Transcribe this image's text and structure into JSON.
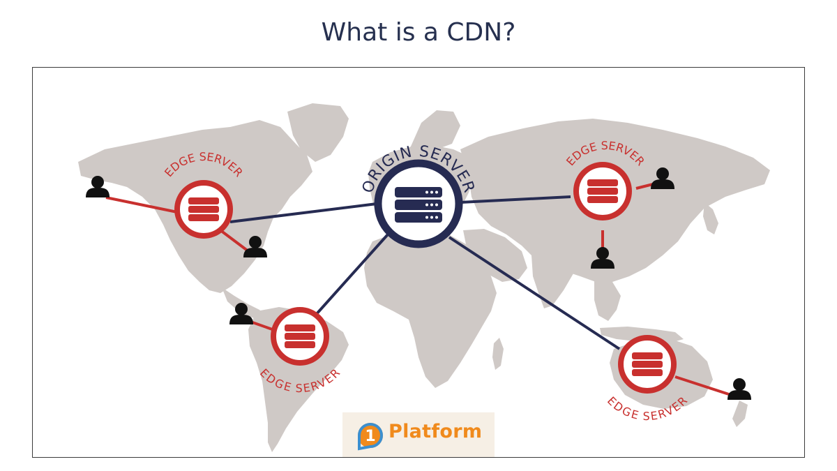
{
  "title": "What is a CDN?",
  "colors": {
    "title": "#26304f",
    "origin": "#262b52",
    "edge": "#c8302e",
    "edge_link": "#c8302e",
    "origin_link": "#262b52",
    "continents": "#cfc9c6",
    "user": "#111111",
    "logo_orange": "#f08a1c",
    "logo_blue": "#3b8fd0"
  },
  "origin_server": {
    "label": "ORIGIN SERVER",
    "icon": "server-rack-icon"
  },
  "edge_servers": [
    {
      "id": "north-america",
      "label": "EDGE SERVER",
      "icon": "server-rack-icon"
    },
    {
      "id": "south-america",
      "label": "EDGE SERVER",
      "icon": "server-rack-icon"
    },
    {
      "id": "asia",
      "label": "EDGE SERVER",
      "icon": "server-rack-icon"
    },
    {
      "id": "australia",
      "label": "EDGE SERVER",
      "icon": "server-rack-icon"
    }
  ],
  "user_icon": "user-icon",
  "logo": {
    "text": "Platform",
    "mark": "1"
  }
}
